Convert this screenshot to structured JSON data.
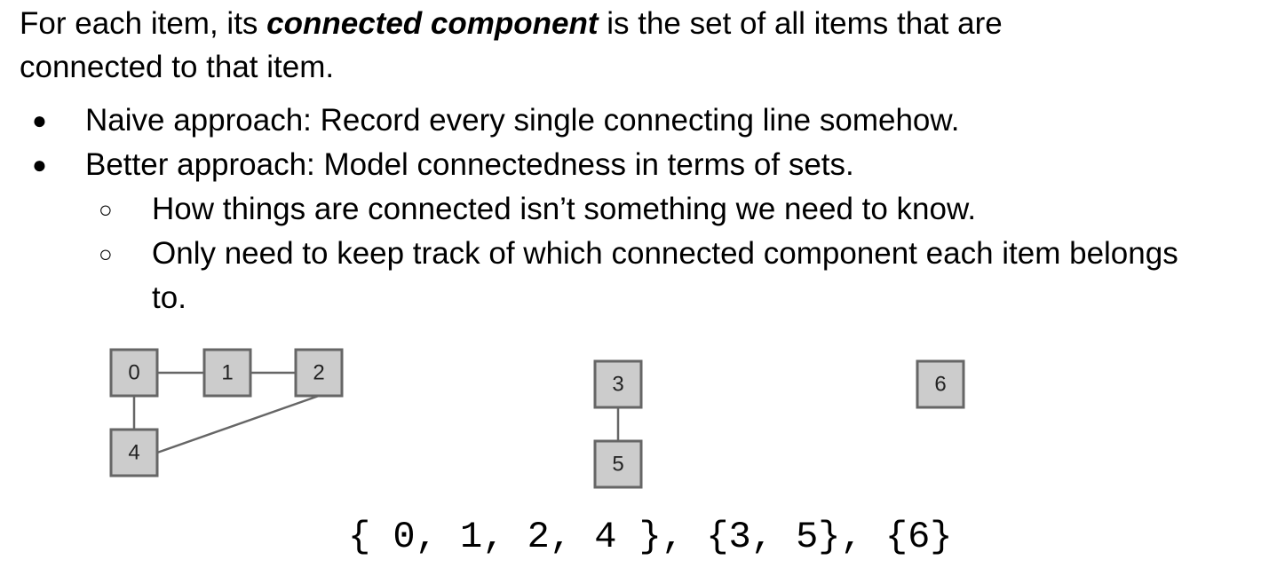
{
  "intro": {
    "before": "For each item, its ",
    "emphasis": "connected component",
    "after": " is the set of all items that are connected to that item."
  },
  "bullets": [
    {
      "bullet_glyph": "●",
      "text": "Naive approach: Record every single connecting line somehow.",
      "children": []
    },
    {
      "bullet_glyph": "●",
      "text": "Better approach: Model connectedness in terms of sets.",
      "children": [
        {
          "bullet_glyph": "○",
          "text": "How things are connected isn’t something we need to know."
        },
        {
          "bullet_glyph": "○",
          "text": "Only need to keep track of which connected component each item belongs to."
        }
      ]
    }
  ],
  "diagram": {
    "nodes": [
      {
        "id": "0",
        "label": "0"
      },
      {
        "id": "1",
        "label": "1"
      },
      {
        "id": "2",
        "label": "2"
      },
      {
        "id": "3",
        "label": "3"
      },
      {
        "id": "4",
        "label": "4"
      },
      {
        "id": "5",
        "label": "5"
      },
      {
        "id": "6",
        "label": "6"
      }
    ],
    "edges": [
      [
        "0",
        "1"
      ],
      [
        "1",
        "2"
      ],
      [
        "0",
        "4"
      ],
      [
        "2",
        "4"
      ],
      [
        "3",
        "5"
      ]
    ],
    "colors": {
      "node_fill": "#cccccc",
      "node_stroke": "#666666",
      "edge": "#666666"
    }
  },
  "sets_text": "{ 0, 1, 2, 4 }, {3, 5}, {6}"
}
